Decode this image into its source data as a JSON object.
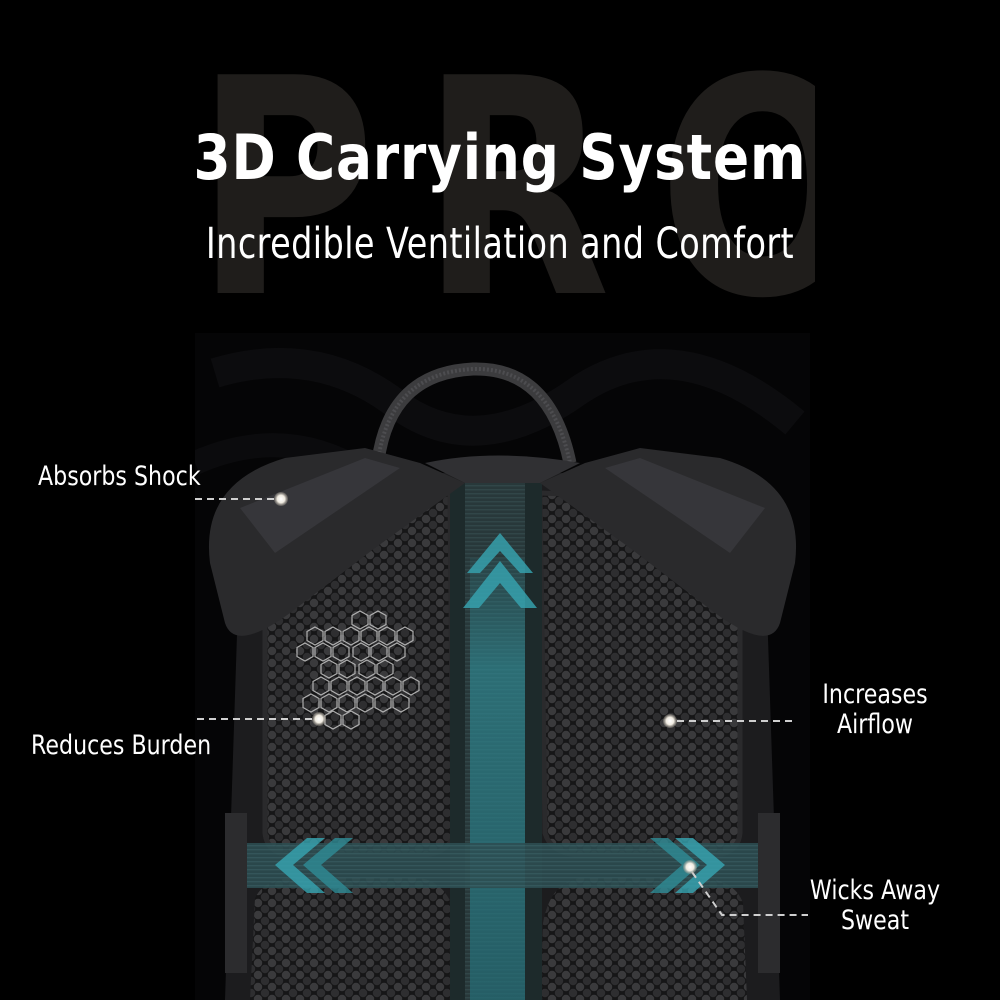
{
  "watermark": {
    "letters": [
      "P",
      "R",
      "O"
    ],
    "color": "#1f1d1b"
  },
  "header": {
    "title": "3D Carrying System",
    "subtitle": "Incredible Ventilation and Comfort"
  },
  "colors": {
    "background": "#000000",
    "accent_teal": "#2f8c96",
    "text": "#ffffff",
    "callout_line": "#cfcfcf"
  },
  "product_image": {
    "subject": "backpack-back-panel",
    "icons": [
      "hexagon-cluster-icon",
      "airflow-up-arrow-icon",
      "airflow-left-arrow-icon",
      "airflow-right-arrow-icon"
    ]
  },
  "callouts": [
    {
      "id": "absorbs-shock",
      "label": "Absorbs Shock",
      "marker": [
        281,
        499
      ]
    },
    {
      "id": "reduces-burden",
      "label": "Reduces Burden",
      "marker": [
        319,
        719
      ]
    },
    {
      "id": "increases-airflow",
      "label_lines": [
        "Increases",
        "Airflow"
      ],
      "marker": [
        670,
        721
      ]
    },
    {
      "id": "wicks-away-sweat",
      "label_lines": [
        "Wicks Away",
        "Sweat"
      ],
      "marker": [
        690,
        867
      ]
    }
  ]
}
